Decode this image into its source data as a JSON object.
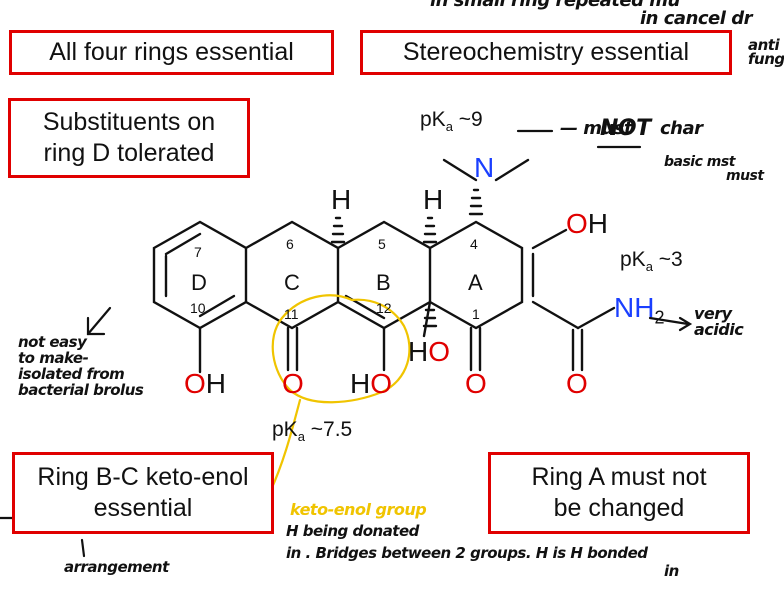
{
  "boxes": {
    "rings": "All four rings essential",
    "stereo": "Stereochemistry essential",
    "substituents": "Substituents on ring D tolerated",
    "ketoenol": "Ring B-C keto-enol essential",
    "ringa": "Ring A must not be changed"
  },
  "pka": {
    "p": "pK",
    "a": "a",
    "n": " ~9",
    "oh": " ~3",
    "enol": " ~7.5"
  },
  "atoms": {
    "n": "N",
    "o": "O",
    "h": "H",
    "nh": "NH",
    "two": "2",
    "ring_d": "D",
    "ring_c": "C",
    "ring_b": "B",
    "ring_a": "A",
    "n7": "7",
    "n10": "10",
    "n6": "6",
    "n11": "11",
    "n5": "5",
    "n12": "12",
    "n4": "4",
    "n1": "1"
  },
  "notes": {
    "top": "in cancel dr",
    "top_b": "in small ring repeated mu",
    "mustnot": "— must",
    "not": "NOT",
    "change": "char",
    "basic": "basic mst",
    "basic2": "must",
    "anti1": "anti",
    "anti2": "fung",
    "noteasy1": "not easy",
    "noteasy2": "to make-",
    "noteasy3": "isolated from",
    "noteasy4": "bacterial brolus",
    "very": "very",
    "acidic": "acidic",
    "ketoenol": "keto-enol group",
    "hdonate1": "H being donated",
    "hdonate2": "in . Bridges between 2 groups. H is H bonded",
    "hdonate3": "in",
    "arrangement": "arrangement"
  },
  "colors": {
    "red": "#e00000",
    "blue": "#1a3fff",
    "yellow": "#f0c400"
  }
}
